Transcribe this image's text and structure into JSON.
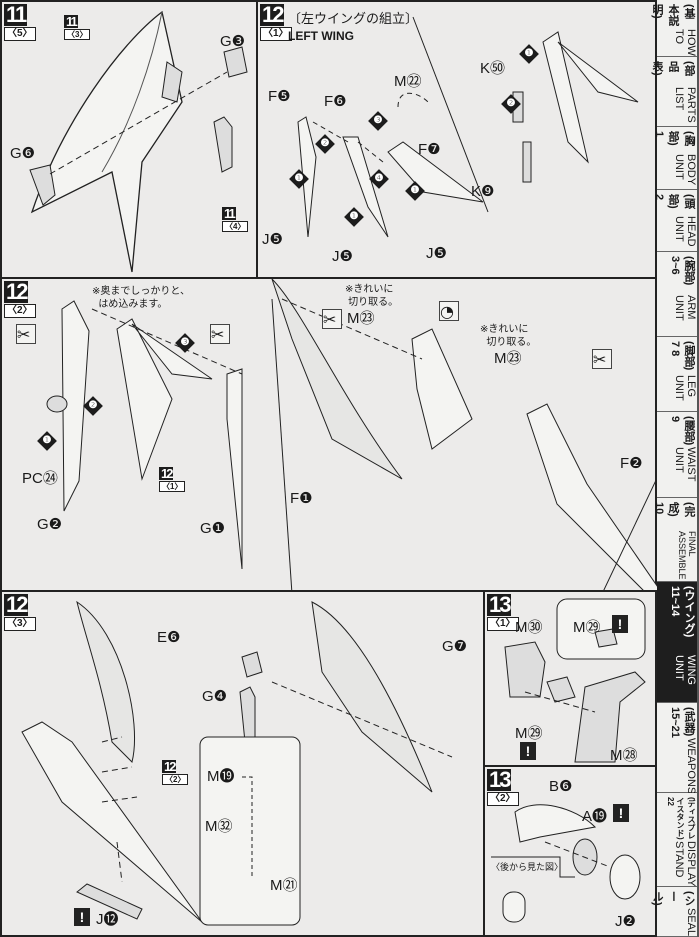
{
  "panels": {
    "p11_5": {
      "step": "11",
      "sub": "〈5〉",
      "ref": {
        "step": "11",
        "sub": "〈3〉"
      },
      "ref2": {
        "step": "11",
        "sub": "〈4〉"
      },
      "labels": [
        "G❻",
        "G❸"
      ]
    },
    "p12_1": {
      "step": "12",
      "sub": "〈1〉",
      "title_jp": "〔左ウイングの組立〕",
      "title_en": "LEFT WING",
      "labels": [
        "M㉒",
        "F❺",
        "F❻",
        "F❼",
        "J❺",
        "J❺",
        "J❺",
        "K㊿",
        "K❾"
      ],
      "order": [
        "❶",
        "❷",
        "❸",
        "❹",
        "❶",
        "❶",
        "❶",
        "❷"
      ]
    },
    "p12_2": {
      "step": "12",
      "sub": "〈2〉",
      "note1": "※奥までしっかりと、\n  はめ込みます。",
      "note2": "※きれいに\n 切り取る。",
      "note3": "※きれいに\n  切り取る。",
      "labels": [
        "PC㉔",
        "G❷",
        "G❶",
        "F❶",
        "F❷",
        "M㉓",
        "M㉓"
      ],
      "ref": {
        "step": "12",
        "sub": "〈1〉"
      },
      "order": [
        "❶",
        "❷",
        "❸"
      ]
    },
    "p12_3": {
      "step": "12",
      "sub": "〈3〉",
      "labels": [
        "E❻",
        "G❹",
        "G❼",
        "M⓳",
        "M㉜",
        "M㉑",
        "J⓬"
      ],
      "ref": {
        "step": "12",
        "sub": "〈2〉"
      },
      "warn": "!"
    },
    "p13_1": {
      "step": "13",
      "sub": "〈1〉",
      "labels": [
        "M㉚",
        "M㉙",
        "M㉙",
        "M㉘"
      ],
      "warn": "!"
    },
    "p13_2": {
      "step": "13",
      "sub": "〈2〉",
      "labels": [
        "B❻",
        "A⓳",
        "J❷"
      ],
      "note": "〈後から見た図〉",
      "warn": "!"
    }
  },
  "sidebar": {
    "tabs": [
      {
        "jp": "(基本説明)",
        "en": "HOW TO",
        "active": false
      },
      {
        "jp": "(部品表)",
        "en": "PARTS LIST",
        "active": false
      },
      {
        "jp": "(胸部) 1",
        "en": "BODY UNIT",
        "active": false
      },
      {
        "jp": "(頭部) 2",
        "en": "HEAD UNIT",
        "active": false
      },
      {
        "jp": "(腕部) 3~6",
        "en": "ARM UNIT",
        "active": false
      },
      {
        "jp": "(脚部) 7 8",
        "en": "LEG UNIT",
        "active": false
      },
      {
        "jp": "(腰部) 9",
        "en": "WAIST UNIT",
        "active": false
      },
      {
        "jp": "(完成) 10",
        "en": "FINAL ASSEMBLE",
        "active": false
      },
      {
        "jp": "(ウイング) 11~14",
        "en": "WING UNIT",
        "active": true
      },
      {
        "jp": "(武器) 15~21",
        "en": "WEAPONS",
        "active": false
      },
      {
        "jp": "(ディスプレイスタンド) 22",
        "en": "DISPLAY STAND",
        "active": false
      },
      {
        "jp": "(シール)",
        "en": "SEAL",
        "active": false
      }
    ]
  },
  "colors": {
    "paper": "#ecebea",
    "ink": "#1c1c1c",
    "active_tab": "#1e1e1e"
  }
}
